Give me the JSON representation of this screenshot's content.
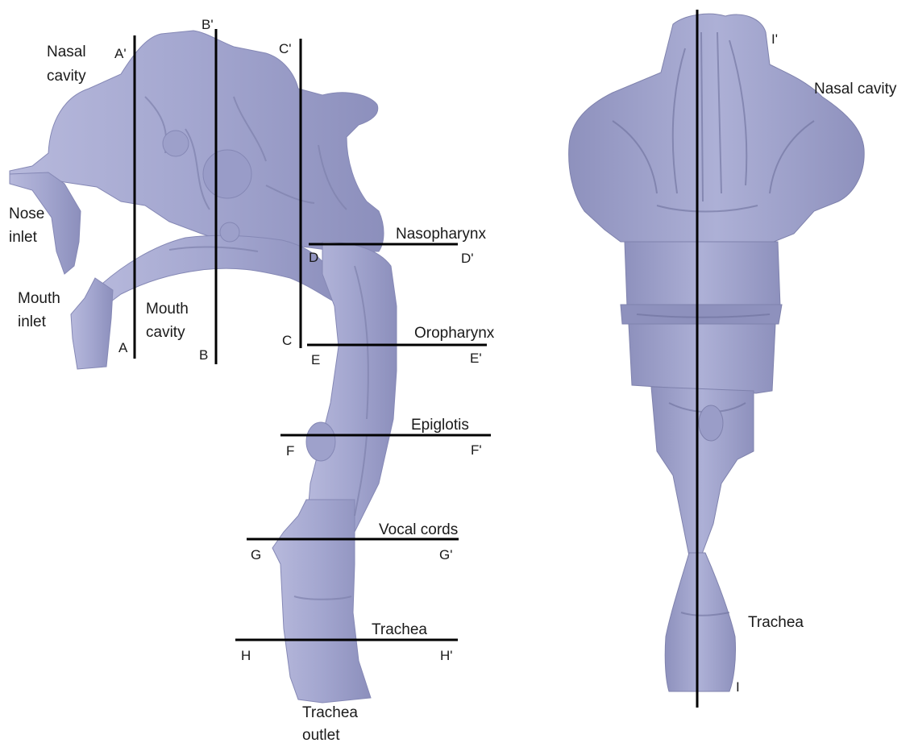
{
  "colors": {
    "airway": "#a3a6cf",
    "airway_dark": "#7f82ad",
    "airway_light": "#c2c4e2",
    "section_line": "#000000",
    "background": "#ffffff"
  },
  "sagittal_view": {
    "region_labels": {
      "nasal_cavity": [
        "Nasal",
        "cavity"
      ],
      "nose_inlet": [
        "Nose",
        "inlet"
      ],
      "mouth_inlet": [
        "Mouth",
        "inlet"
      ],
      "mouth_cavity": [
        "Mouth",
        "cavity"
      ],
      "nasopharynx": "Nasopharynx",
      "oropharynx": "Oropharynx",
      "epiglottis": "Epiglotis",
      "vocal_cords": "Vocal cords",
      "trachea": "Trachea",
      "trachea_outlet": [
        "Trachea",
        "outlet"
      ]
    },
    "sections": {
      "A": {
        "start": "A",
        "end": "A'"
      },
      "B": {
        "start": "B",
        "end": "B'"
      },
      "C": {
        "start": "C",
        "end": "C'"
      },
      "D": {
        "start": "D",
        "end": "D'"
      },
      "E": {
        "start": "E",
        "end": "E'"
      },
      "F": {
        "start": "F",
        "end": "F'"
      },
      "G": {
        "start": "G",
        "end": "G'"
      },
      "H": {
        "start": "H",
        "end": "H'"
      }
    }
  },
  "frontal_view": {
    "region_labels": {
      "nasal_cavity": "Nasal cavity",
      "trachea": "Trachea"
    },
    "section": {
      "start": "I",
      "end": "I'"
    }
  }
}
